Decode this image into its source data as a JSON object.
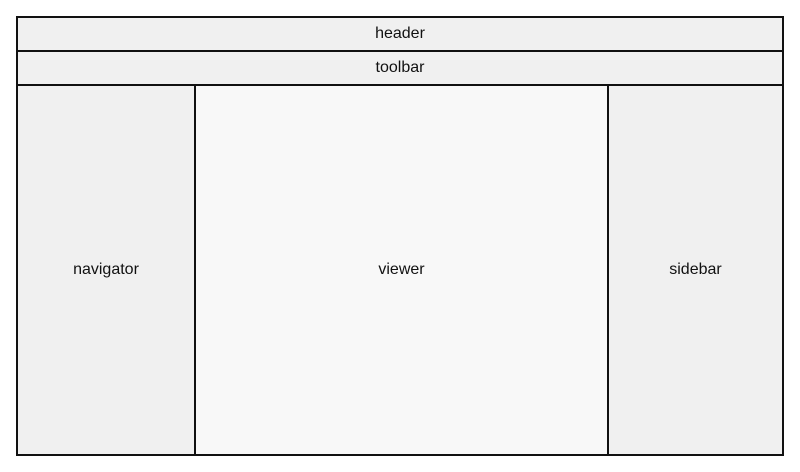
{
  "regions": {
    "header": {
      "label": "header"
    },
    "toolbar": {
      "label": "toolbar"
    },
    "navigator": {
      "label": "navigator"
    },
    "viewer": {
      "label": "viewer"
    },
    "sidebar": {
      "label": "sidebar"
    }
  },
  "colors": {
    "border": "#111111",
    "header_fill": "#f0f0f0",
    "toolbar_fill": "#f0f0f0",
    "navigator_fill": "#f0f0f0",
    "viewer_fill": "#f8f8f8",
    "sidebar_fill": "#f0f0f0",
    "text": "#111111"
  }
}
